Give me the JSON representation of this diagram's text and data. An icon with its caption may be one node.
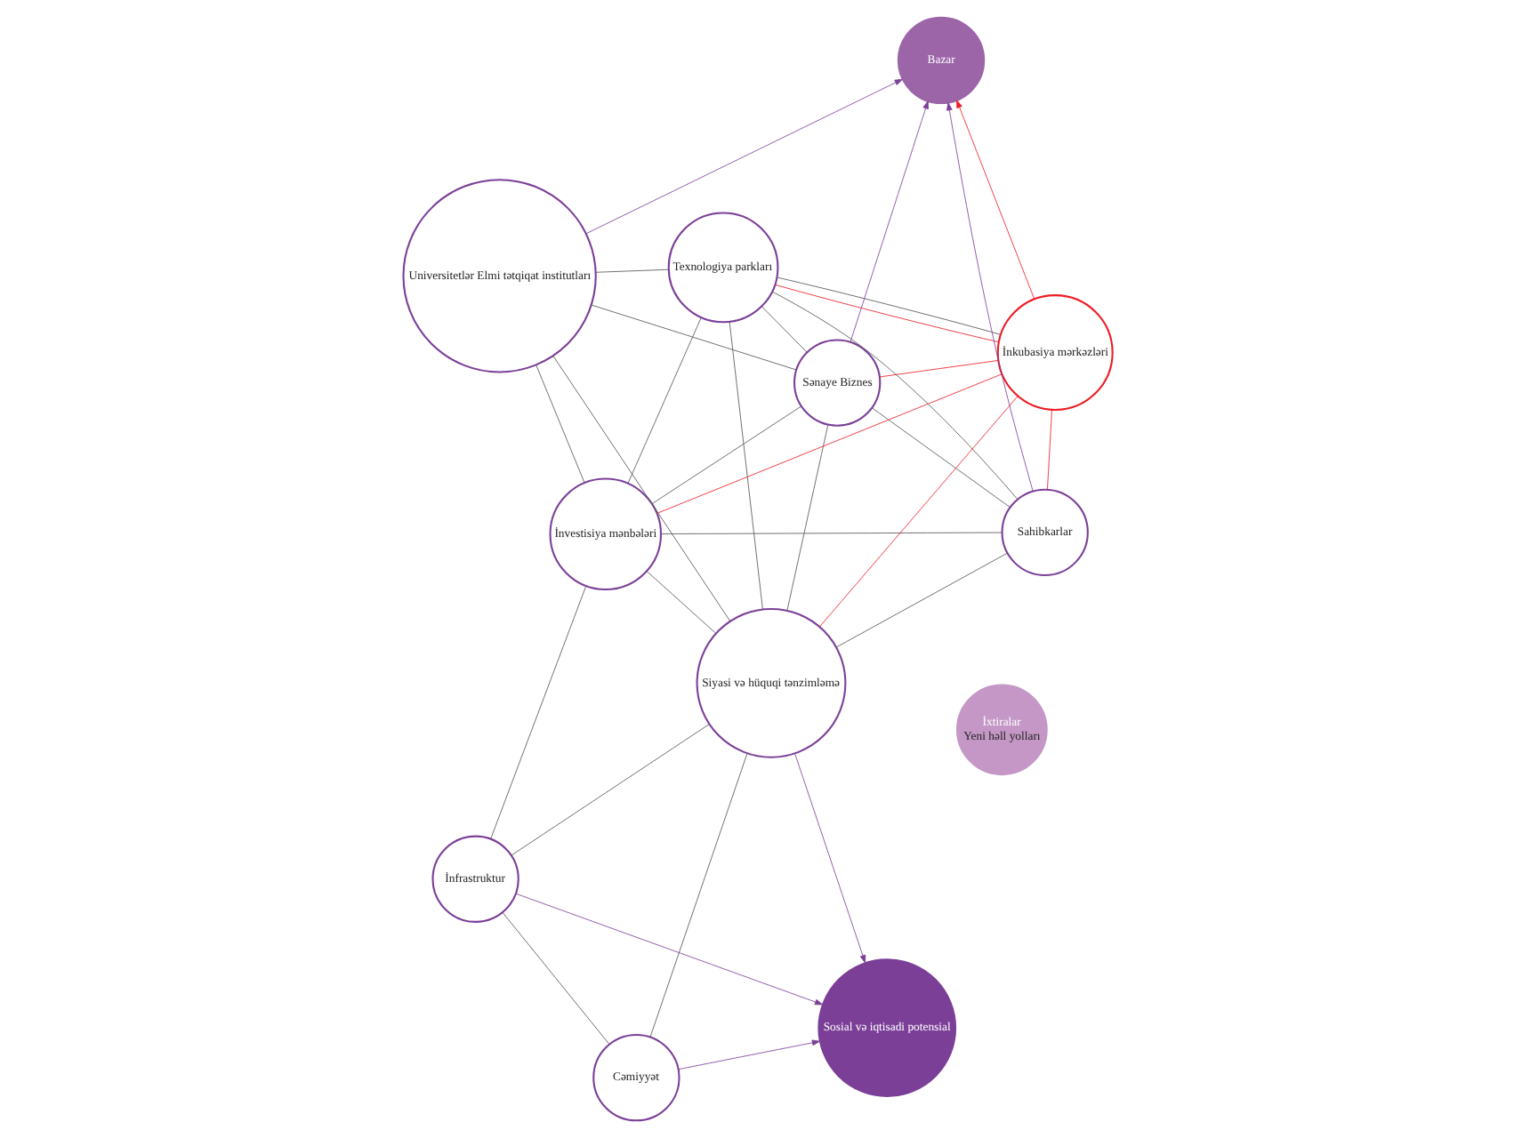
{
  "diagram": {
    "nodes": [
      {
        "text": [
          "İnfrastruktur"
        ]
      },
      {
        "text": [
          "İnvestisiya mənbələri"
        ]
      },
      {
        "text": [
          "Cəmiyyət"
        ]
      },
      {
        "text": [
          "İnkubasiya mərkəzləri"
        ]
      },
      {
        "text": [
          "Siyasi və hüquqi tənzimləmə"
        ]
      },
      {
        "text": [
          "Texnologiya parkları"
        ]
      },
      {
        "text": [
          "Universitetlər Elmi tətqiqat institutları"
        ]
      },
      {
        "text": [
          "Sahibkarlar"
        ]
      },
      {
        "text": [
          "Sənaye Biznes"
        ]
      },
      {
        "text": [
          "Sosial və iqtisadi potensial"
        ]
      },
      {
        "text": [
          "Bazar"
        ]
      },
      {
        "text": [
          "İxtiralar",
          "Yeni həll yolları"
        ]
      }
    ],
    "edges": [
      {
        "from": 0,
        "to": 9,
        "arrow": "to",
        "color": "#7b3f98"
      },
      {
        "from": 2,
        "to": 9,
        "arrow": "to",
        "color": "#7b3f98"
      },
      {
        "from": 4,
        "to": 9,
        "arrow": "to",
        "color": "#7b3f98"
      },
      {
        "from": 6,
        "to": 10,
        "arrow": "to",
        "color": "#7b3f98"
      },
      {
        "from": 8,
        "to": 10,
        "arrow": "to",
        "color": "#7b3f98"
      },
      {
        "from": 7,
        "to": 10,
        "arrow": "to",
        "color": "#7b3f98"
      },
      {
        "from": 3,
        "to": 10,
        "arrow": "to",
        "color": "#ed1c24"
      },
      {
        "from": 1,
        "to": 3,
        "arrow": "none",
        "color": "#ed1c24"
      },
      {
        "from": 3,
        "to": 4,
        "arrow": "none",
        "color": "#ed1c24"
      },
      {
        "from": 3,
        "to": 8,
        "arrow": "none",
        "color": "#ed1c24"
      },
      {
        "from": 3,
        "to": 7,
        "arrow": "none",
        "color": "#ed1c24"
      },
      {
        "from": 3,
        "to": 5,
        "arrow": "none",
        "color": "#ed1c24"
      },
      {
        "from": 0,
        "to": 1,
        "arrow": "none"
      },
      {
        "from": 0,
        "to": 2,
        "arrow": "none"
      },
      {
        "from": 0,
        "to": 4,
        "arrow": "none"
      },
      {
        "from": 2,
        "to": 4,
        "arrow": "none"
      },
      {
        "from": 1,
        "to": 6,
        "arrow": "none"
      },
      {
        "from": 1,
        "to": 4,
        "arrow": "none"
      },
      {
        "from": 1,
        "to": 8,
        "arrow": "none"
      },
      {
        "from": 1,
        "to": 7,
        "arrow": "none"
      },
      {
        "from": 1,
        "to": 5,
        "arrow": "none"
      },
      {
        "from": 3,
        "to": 5,
        "arrow": "none"
      },
      {
        "from": 4,
        "to": 5,
        "arrow": "none"
      },
      {
        "from": 4,
        "to": 7,
        "arrow": "none"
      },
      {
        "from": 4,
        "to": 8,
        "arrow": "none"
      },
      {
        "from": 4,
        "to": 6,
        "arrow": "none"
      },
      {
        "from": 6,
        "to": 5,
        "arrow": "none"
      },
      {
        "from": 6,
        "to": 8,
        "arrow": "none"
      },
      {
        "from": 8,
        "to": 5,
        "arrow": "none"
      },
      {
        "from": 8,
        "to": 7,
        "arrow": "none"
      },
      {
        "from": 7,
        "to": 5,
        "arrow": "none"
      }
    ]
  }
}
